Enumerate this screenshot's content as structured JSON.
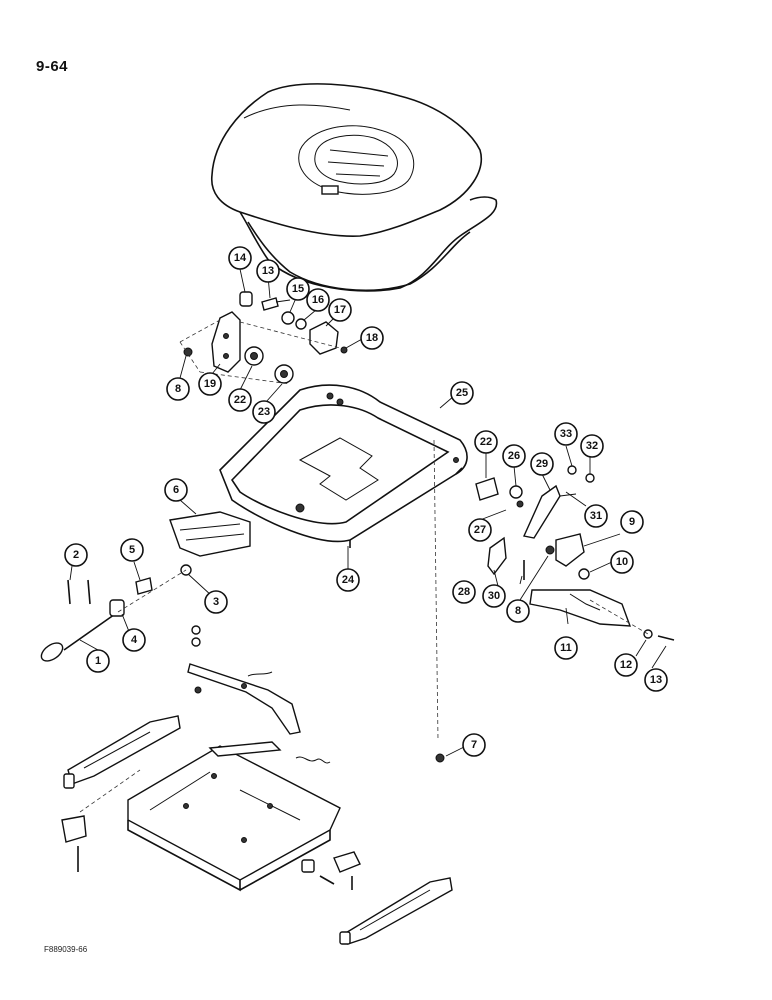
{
  "page": {
    "page_number": "9-64",
    "figure_code": "F889039-66"
  },
  "callouts": [
    {
      "id": "c1",
      "label": "1"
    },
    {
      "id": "c2",
      "label": "2"
    },
    {
      "id": "c3",
      "label": "3"
    },
    {
      "id": "c4",
      "label": "4"
    },
    {
      "id": "c5",
      "label": "5"
    },
    {
      "id": "c6",
      "label": "6"
    },
    {
      "id": "c7",
      "label": "7"
    },
    {
      "id": "c8a",
      "label": "8"
    },
    {
      "id": "c8b",
      "label": "8"
    },
    {
      "id": "c9",
      "label": "9"
    },
    {
      "id": "c10",
      "label": "10"
    },
    {
      "id": "c11",
      "label": "11"
    },
    {
      "id": "c12",
      "label": "12"
    },
    {
      "id": "c13a",
      "label": "13"
    },
    {
      "id": "c13b",
      "label": "13"
    },
    {
      "id": "c14",
      "label": "14"
    },
    {
      "id": "c15",
      "label": "15"
    },
    {
      "id": "c16",
      "label": "16"
    },
    {
      "id": "c17",
      "label": "17"
    },
    {
      "id": "c18",
      "label": "18"
    },
    {
      "id": "c19",
      "label": "19"
    },
    {
      "id": "c22a",
      "label": "22"
    },
    {
      "id": "c22b",
      "label": "22"
    },
    {
      "id": "c23",
      "label": "23"
    },
    {
      "id": "c24",
      "label": "24"
    },
    {
      "id": "c25",
      "label": "25"
    },
    {
      "id": "c26",
      "label": "26"
    },
    {
      "id": "c27",
      "label": "27"
    },
    {
      "id": "c28",
      "label": "28"
    },
    {
      "id": "c29",
      "label": "29"
    },
    {
      "id": "c30",
      "label": "30"
    },
    {
      "id": "c31",
      "label": "31"
    },
    {
      "id": "c32",
      "label": "32"
    },
    {
      "id": "c33",
      "label": "33"
    }
  ]
}
